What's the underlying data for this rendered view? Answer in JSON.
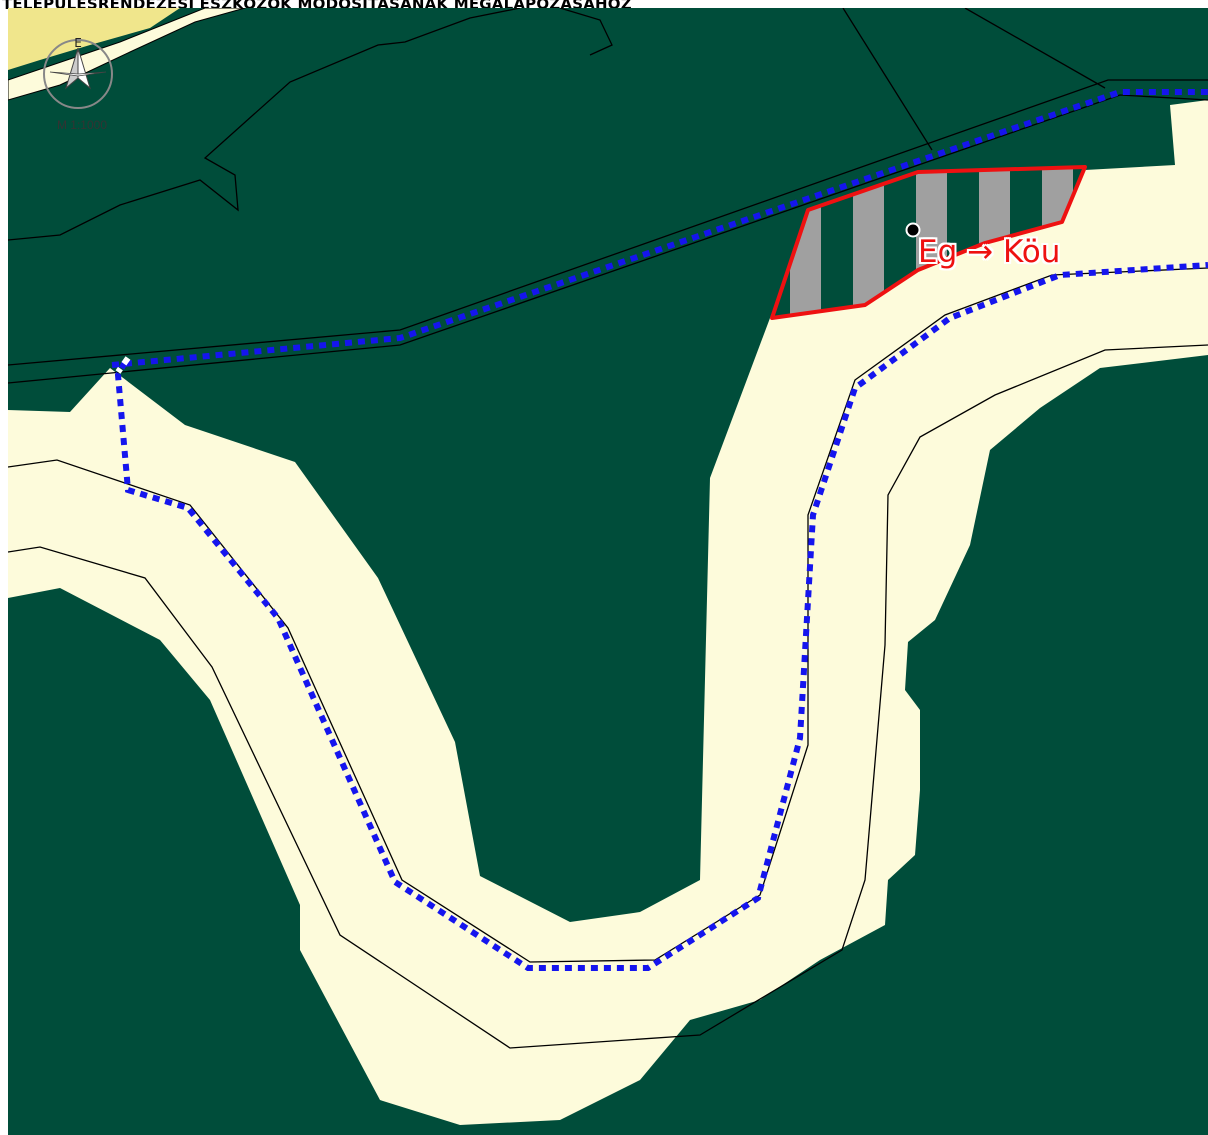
{
  "header": {
    "title": "TELEPÜLÉSRENDEZÉSI ESZKÖZÖK MÓDOSÍTÁSÁNAK MEGALAPOZÁSÁHOZ"
  },
  "map": {
    "scale_label": "M 1:1000",
    "north_arrow_letter": "E",
    "change_label": "Eg → Köu",
    "colors": {
      "forest": "#004d3a",
      "road_area": "#fdfbdb",
      "settlement": "#f0e68c",
      "boundary_dotted": "#1515ee",
      "parcel_line": "#000000",
      "change_outline": "#ee1111",
      "hatch": "#a0a0a0"
    },
    "icons": {
      "north_arrow": "north-arrow-icon",
      "point_marker": "point-marker-icon"
    }
  }
}
